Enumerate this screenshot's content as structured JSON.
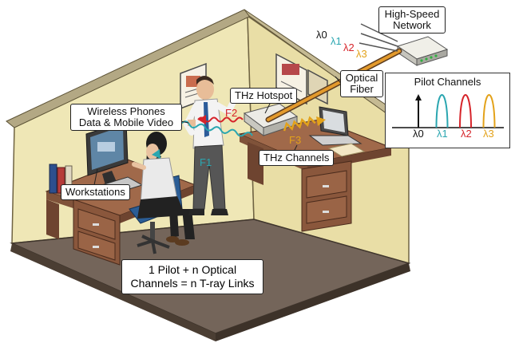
{
  "labels": {
    "network_line1": "High-Speed",
    "network_line2": "Network",
    "fiber_line1": "Optical",
    "fiber_line2": "Fiber",
    "hotspot": "THz Hotspot",
    "wireless_line1": "Wireless Phones",
    "wireless_line2": "Data & Mobile Video",
    "workstations": "Workstations",
    "thz_channels": "THz Channels"
  },
  "links": {
    "f1": "F1",
    "f2": "F2",
    "f3": "F3"
  },
  "wavelengths": {
    "l0": "λ0",
    "l1": "λ1",
    "l2": "λ2",
    "l3": "λ3"
  },
  "bottom_note": {
    "line1": "1 Pilot + n Optical",
    "line2": "Channels = n T-ray Links"
  },
  "colors": {
    "l0": "#111111",
    "l1": "#2aa6b0",
    "l2": "#d6242a",
    "l3": "#e3a21a",
    "wall": "#efe7b6",
    "floor": "#74655a"
  },
  "chart_data": {
    "type": "line",
    "title": "Pilot Channels",
    "xlabel": "",
    "ylabel": "",
    "categories": [
      "λ0",
      "λ1",
      "λ2",
      "λ3"
    ],
    "series": [
      {
        "name": "λ0",
        "values": [
          1,
          0,
          0,
          0
        ]
      },
      {
        "name": "λ1",
        "values": [
          0,
          1,
          0,
          0
        ]
      },
      {
        "name": "λ2",
        "values": [
          0,
          0,
          1,
          0
        ]
      },
      {
        "name": "λ3",
        "values": [
          0,
          0,
          0,
          1
        ]
      }
    ]
  }
}
